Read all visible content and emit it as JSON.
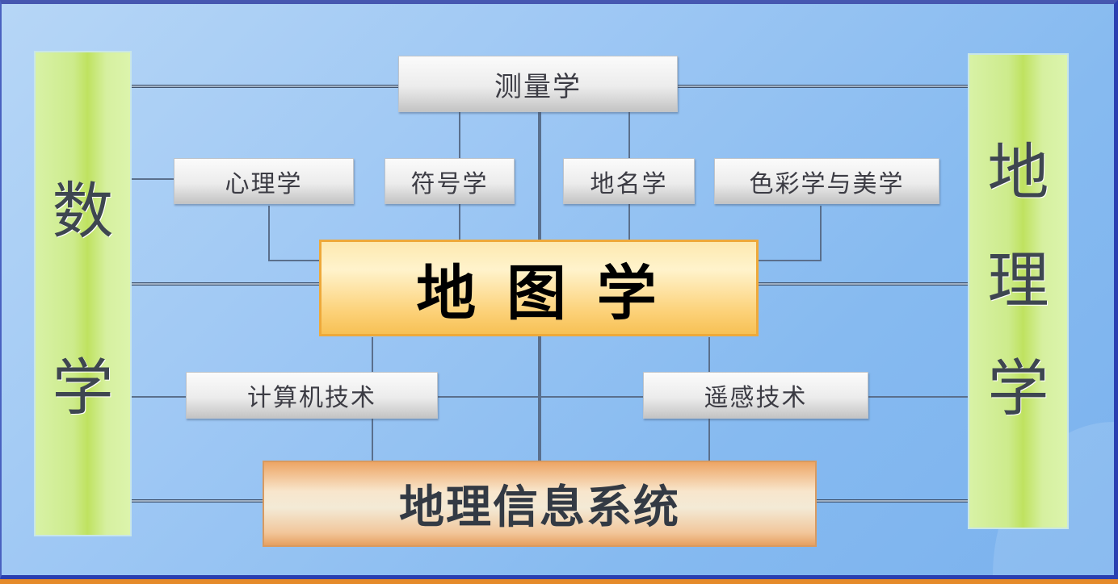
{
  "left_column": {
    "chars": [
      "数",
      "学"
    ]
  },
  "right_column": {
    "chars": [
      "地",
      "理",
      "学"
    ]
  },
  "boxes": {
    "surveying": "测量学",
    "psychology": "心理学",
    "semiotics": "符号学",
    "toponymy": "地名学",
    "color_aesthetics": "色彩学与美学",
    "computer_tech": "计算机技术",
    "remote_sensing": "遥感技术"
  },
  "center": {
    "cartography": "地 图 学",
    "gis": "地理信息系统"
  },
  "colors": {
    "background": "#8fc0f2",
    "column": "#cdeb8c",
    "center": "#fcd27a",
    "gis": "#f2c69a"
  }
}
